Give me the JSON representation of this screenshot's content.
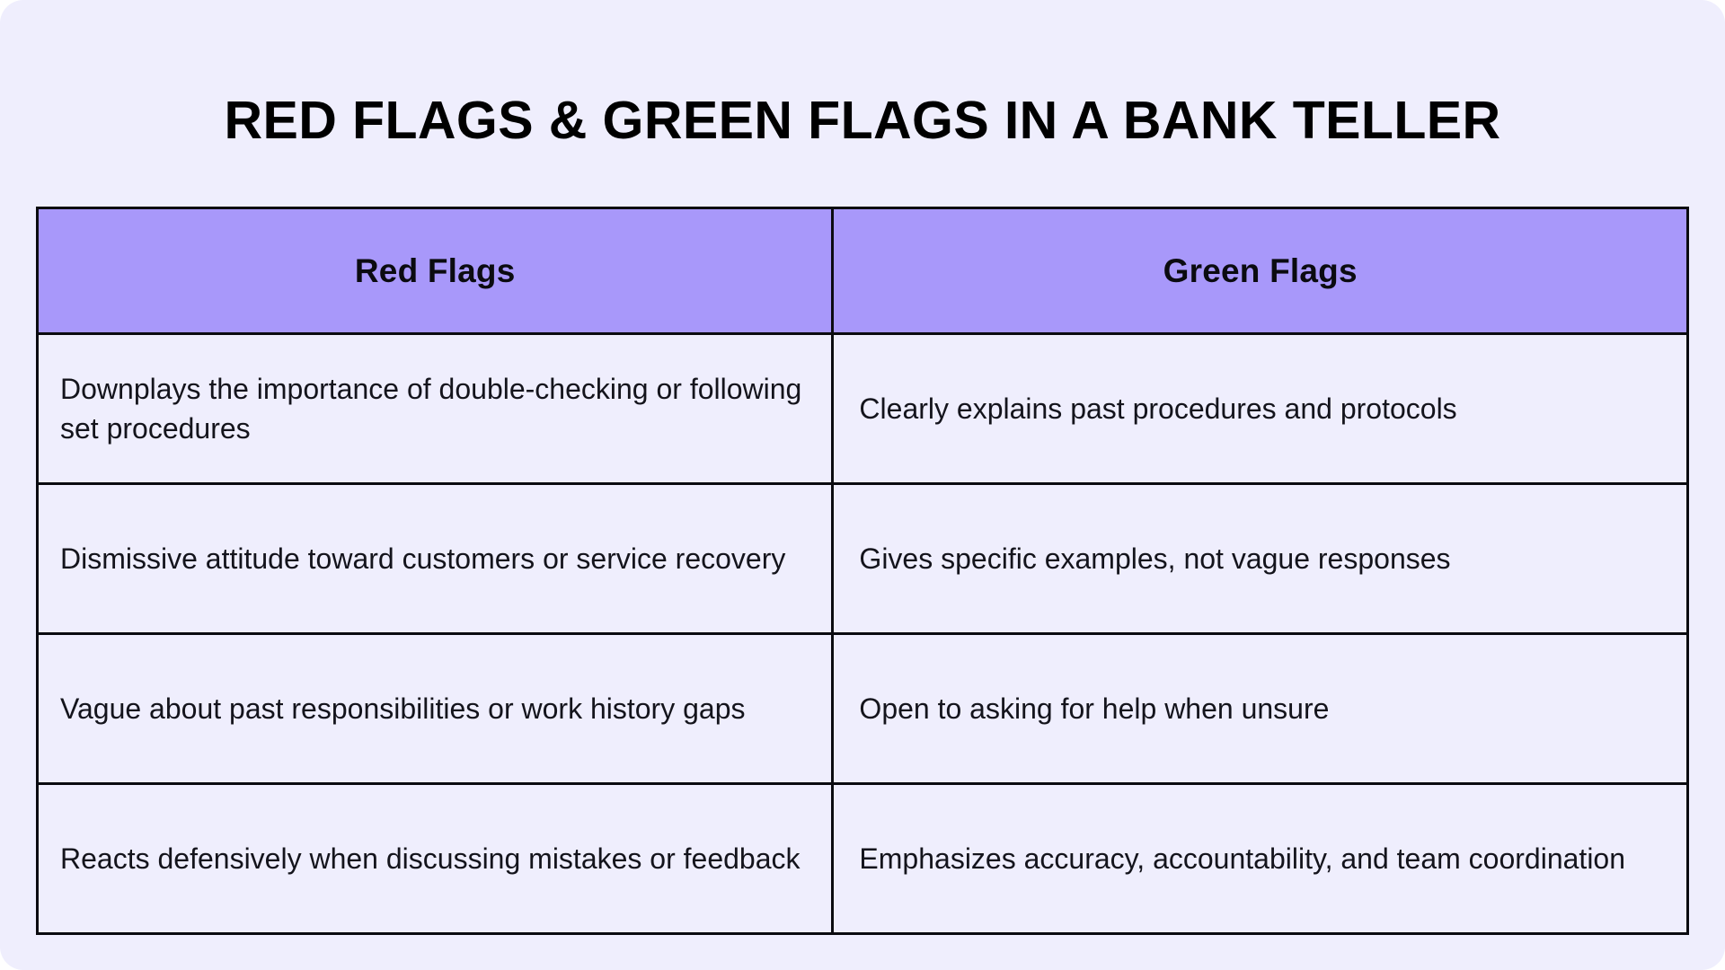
{
  "page": {
    "title": "RED FLAGS & GREEN FLAGS IN A BANK TELLER",
    "background_color": "#efeefd",
    "header_fill_color": "#a898fa",
    "border_color": "#0b0b10",
    "text_color": "#14141c"
  },
  "table": {
    "columns": [
      {
        "key": "red",
        "header": "Red Flags"
      },
      {
        "key": "green",
        "header": "Green Flags"
      }
    ],
    "rows": [
      {
        "red": "Downplays the importance of double-checking or following set procedures",
        "green": "Clearly explains past procedures and protocols"
      },
      {
        "red": "Dismissive attitude toward customers or service recovery",
        "green": "Gives specific examples, not vague responses"
      },
      {
        "red": "Vague about past responsibilities or work history gaps",
        "green": "Open to asking for help when unsure"
      },
      {
        "red": "Reacts defensively when discussing mistakes or feedback",
        "green": "Emphasizes accuracy, accountability, and team coordination"
      }
    ]
  }
}
